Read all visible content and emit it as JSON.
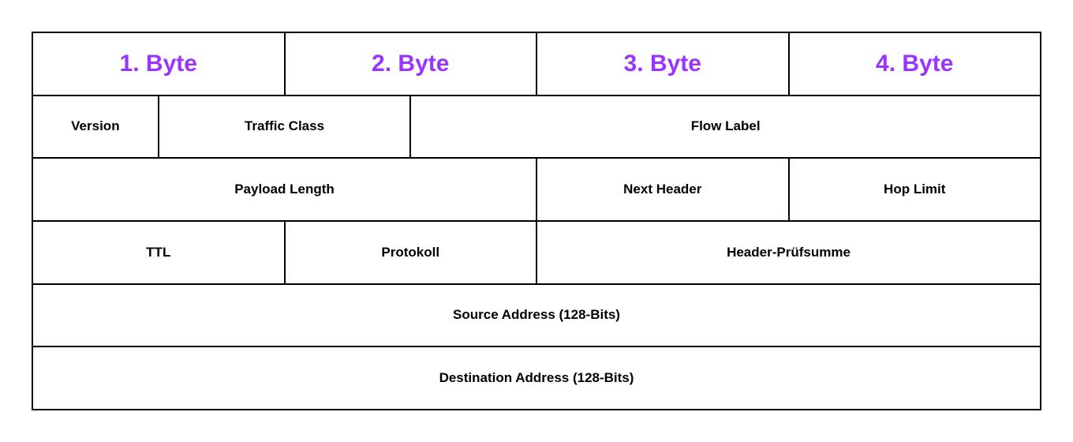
{
  "diagram": {
    "colors": {
      "accent": "#9933ff",
      "text": "#000000",
      "border": "#000000",
      "cell_background": "#ffffff",
      "page_background": "#ffffff"
    },
    "byte_headers": [
      {
        "label": "1. Byte"
      },
      {
        "label": "2. Byte"
      },
      {
        "label": "3. Byte"
      },
      {
        "label": "4. Byte"
      }
    ],
    "rows": [
      {
        "cells": [
          {
            "label": "Version"
          },
          {
            "label": "Traffic Class"
          },
          {
            "label": "Flow Label"
          }
        ]
      },
      {
        "cells": [
          {
            "label": "Payload Length"
          },
          {
            "label": "Next Header"
          },
          {
            "label": "Hop Limit"
          }
        ]
      },
      {
        "cells": [
          {
            "label": "TTL"
          },
          {
            "label": "Protokoll"
          },
          {
            "label": "Header-Prüfsumme"
          }
        ]
      },
      {
        "cells": [
          {
            "label": "Source Address (128-Bits)"
          }
        ]
      },
      {
        "cells": [
          {
            "label": "Destination Address (128-Bits)"
          }
        ]
      }
    ]
  }
}
